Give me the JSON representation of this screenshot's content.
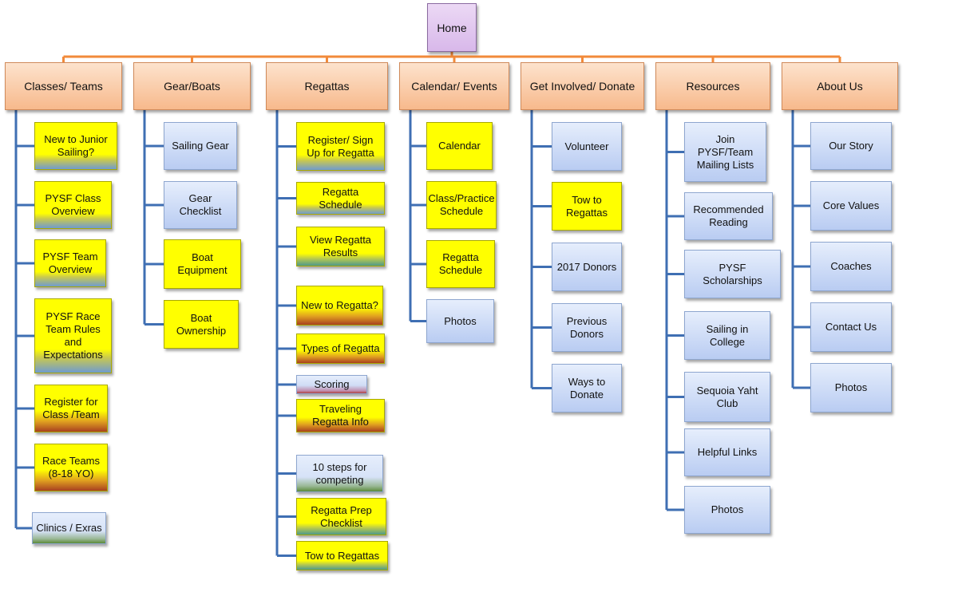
{
  "colors": {
    "connector_orange": "#f28a3a",
    "connector_blue": "#3f6fb3",
    "header_fill": "#f7b98c",
    "item_blue": "#b9ccf2",
    "item_yellow": "#ffff00",
    "home_fill": "#d8b8ea"
  },
  "home": {
    "label": "Home"
  },
  "columns": [
    {
      "label": "Classes/ Teams",
      "items": [
        "New to Junior Sailing?",
        "PYSF Class Overview",
        "PYSF Team Overview",
        "PYSF Race Team Rules and Expectations",
        "Register for Class /Team",
        "Race Teams (8-18 YO)",
        "Clinics / Exras"
      ]
    },
    {
      "label": "Gear/Boats",
      "items": [
        "Sailing Gear",
        "Gear Checklist",
        "Boat Equipment",
        "Boat Ownership"
      ]
    },
    {
      "label": "Regattas",
      "items": [
        "Register/  Sign Up for Regatta",
        "Regatta Schedule",
        "View Regatta Results",
        "New to  Regatta?",
        "Types of Regatta",
        "Scoring",
        "Traveling Regatta Info",
        "10 steps for competing",
        "Regatta Prep Checklist",
        "Tow  to Regattas"
      ]
    },
    {
      "label": "Calendar/ Events",
      "items": [
        "Calendar",
        "Class/Practice Schedule",
        "Regatta Schedule",
        "Photos"
      ]
    },
    {
      "label": "Get Involved/ Donate",
      "items": [
        "Volunteer",
        "Tow  to Regattas",
        "2017 Donors",
        "Previous Donors",
        "Ways to Donate"
      ]
    },
    {
      "label": "Resources",
      "items": [
        "Join PYSF/Team Mailing Lists",
        "Recommended Reading",
        "PYSF Scholarships",
        "Sailing in College",
        "Sequoia Yaht Club",
        "Helpful Links",
        "Photos"
      ]
    },
    {
      "label": "About  Us",
      "items": [
        "Our Story",
        "Core Values",
        "Coaches",
        "Contact Us",
        "Photos"
      ]
    }
  ]
}
